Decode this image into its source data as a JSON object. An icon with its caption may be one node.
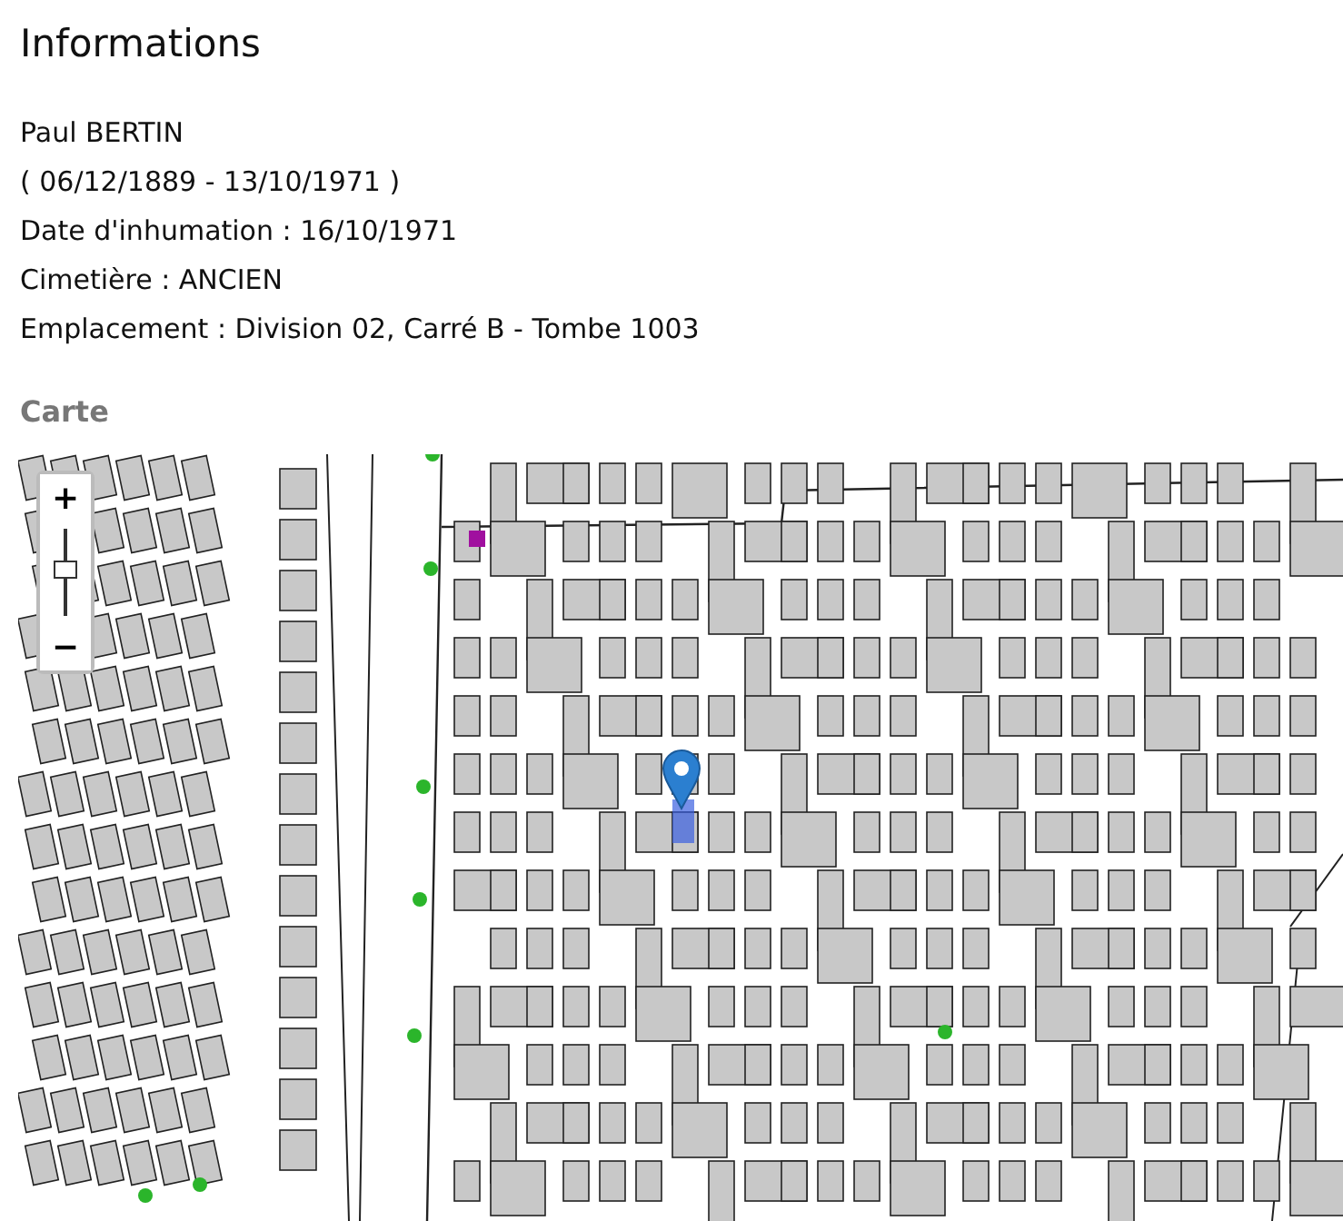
{
  "diagram": {
    "title": "Informations",
    "labels": [
      "Paul BERTIN",
      "( 06/12/1889 - 13/10/1971 )",
      "Date d'inhumation : 16/10/1971",
      "Cimetière : ANCIEN",
      "Emplacement : Division 02, Carré B - Tombe 1003",
      "Carte",
      "+",
      "−"
    ]
  }
}
